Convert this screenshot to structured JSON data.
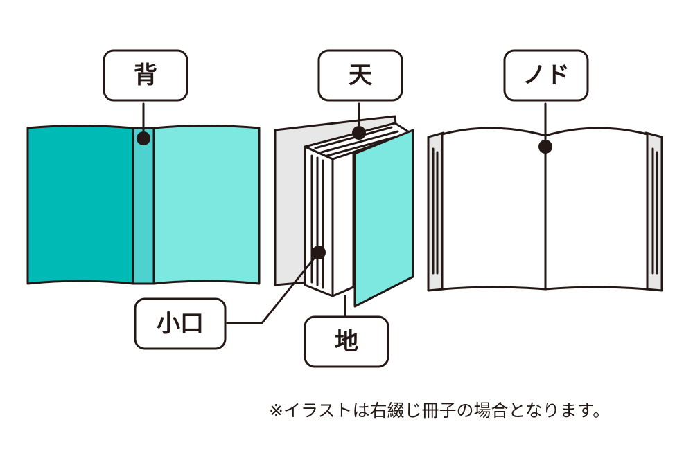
{
  "labels": {
    "spine": "背",
    "top_edge": "天",
    "gutter": "ノド",
    "fore_edge": "小口",
    "bottom_edge": "地"
  },
  "note": "※イラストは右綴じ冊子の場合となります。",
  "colors": {
    "ink": "#231815",
    "cover_dark": "#00bab6",
    "cover_light": "#7de8df",
    "spine": "#4fd1d0",
    "paper": "#ffffff",
    "shade": "#e7e7e7"
  }
}
